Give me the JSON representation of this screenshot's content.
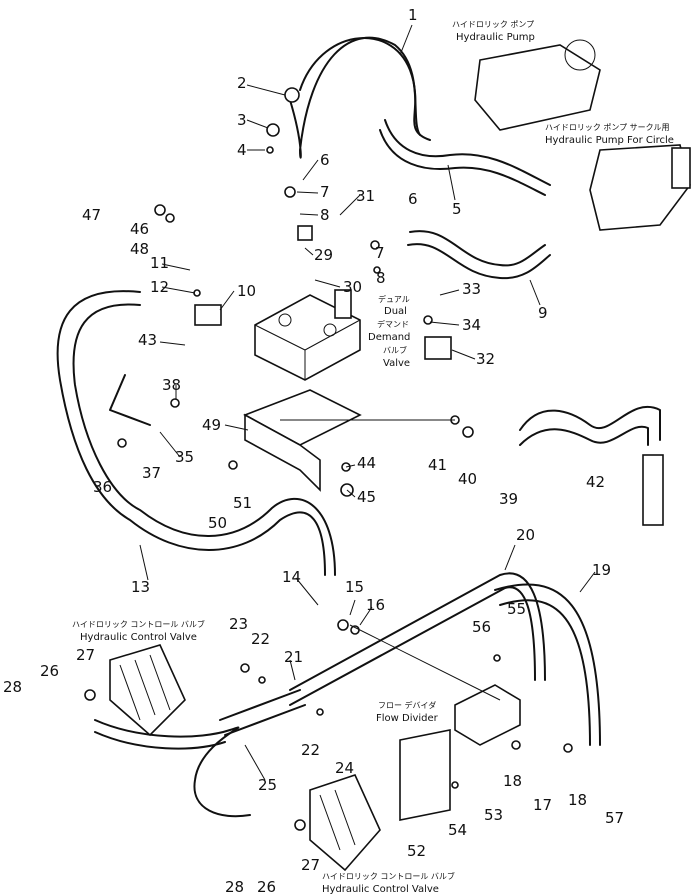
{
  "parts": [
    {
      "id": "1"
    },
    {
      "id": "2"
    },
    {
      "id": "3"
    },
    {
      "id": "4"
    },
    {
      "id": "5"
    },
    {
      "id": "6"
    },
    {
      "id": "6"
    },
    {
      "id": "7"
    },
    {
      "id": "7"
    },
    {
      "id": "8"
    },
    {
      "id": "8"
    },
    {
      "id": "9"
    },
    {
      "id": "10"
    },
    {
      "id": "11"
    },
    {
      "id": "12"
    },
    {
      "id": "13"
    },
    {
      "id": "14"
    },
    {
      "id": "15"
    },
    {
      "id": "16"
    },
    {
      "id": "17"
    },
    {
      "id": "18"
    },
    {
      "id": "18"
    },
    {
      "id": "19"
    },
    {
      "id": "20"
    },
    {
      "id": "21"
    },
    {
      "id": "22"
    },
    {
      "id": "22"
    },
    {
      "id": "23"
    },
    {
      "id": "24"
    },
    {
      "id": "25"
    },
    {
      "id": "26"
    },
    {
      "id": "26"
    },
    {
      "id": "27"
    },
    {
      "id": "27"
    },
    {
      "id": "28"
    },
    {
      "id": "28"
    },
    {
      "id": "29"
    },
    {
      "id": "30"
    },
    {
      "id": "31"
    },
    {
      "id": "32"
    },
    {
      "id": "33"
    },
    {
      "id": "34"
    },
    {
      "id": "35"
    },
    {
      "id": "36"
    },
    {
      "id": "37"
    },
    {
      "id": "38"
    },
    {
      "id": "39"
    },
    {
      "id": "40"
    },
    {
      "id": "41"
    },
    {
      "id": "42"
    },
    {
      "id": "43"
    },
    {
      "id": "44"
    },
    {
      "id": "45"
    },
    {
      "id": "46"
    },
    {
      "id": "47"
    },
    {
      "id": "48"
    },
    {
      "id": "49"
    },
    {
      "id": "50"
    },
    {
      "id": "51"
    },
    {
      "id": "52"
    },
    {
      "id": "53"
    },
    {
      "id": "54"
    },
    {
      "id": "55"
    },
    {
      "id": "56"
    },
    {
      "id": "57"
    }
  ],
  "labels": {
    "pump1_jp": "ハイドロリック ポンプ",
    "pump1_en": "Hydraulic Pump",
    "pump2_jp": "ハイドロリック ポンプ サークル用",
    "pump2_en": "Hydraulic Pump For Circle",
    "demand_jp1": "デュアル",
    "demand_en1": "Dual",
    "demand_jp2": "デマンド",
    "demand_en2": "Demand",
    "demand_jp3": "バルブ",
    "demand_en3": "Valve",
    "hcv_top_jp": "ハイドロリック コントロール バルブ",
    "hcv_top_en": "Hydraulic Control Valve",
    "flow_jp": "フロー デバイダ",
    "flow_en": "Flow Divider",
    "hcv_bot_jp": "ハイドロリック コントロール バルブ",
    "hcv_bot_en": "Hydraulic Control Valve"
  }
}
